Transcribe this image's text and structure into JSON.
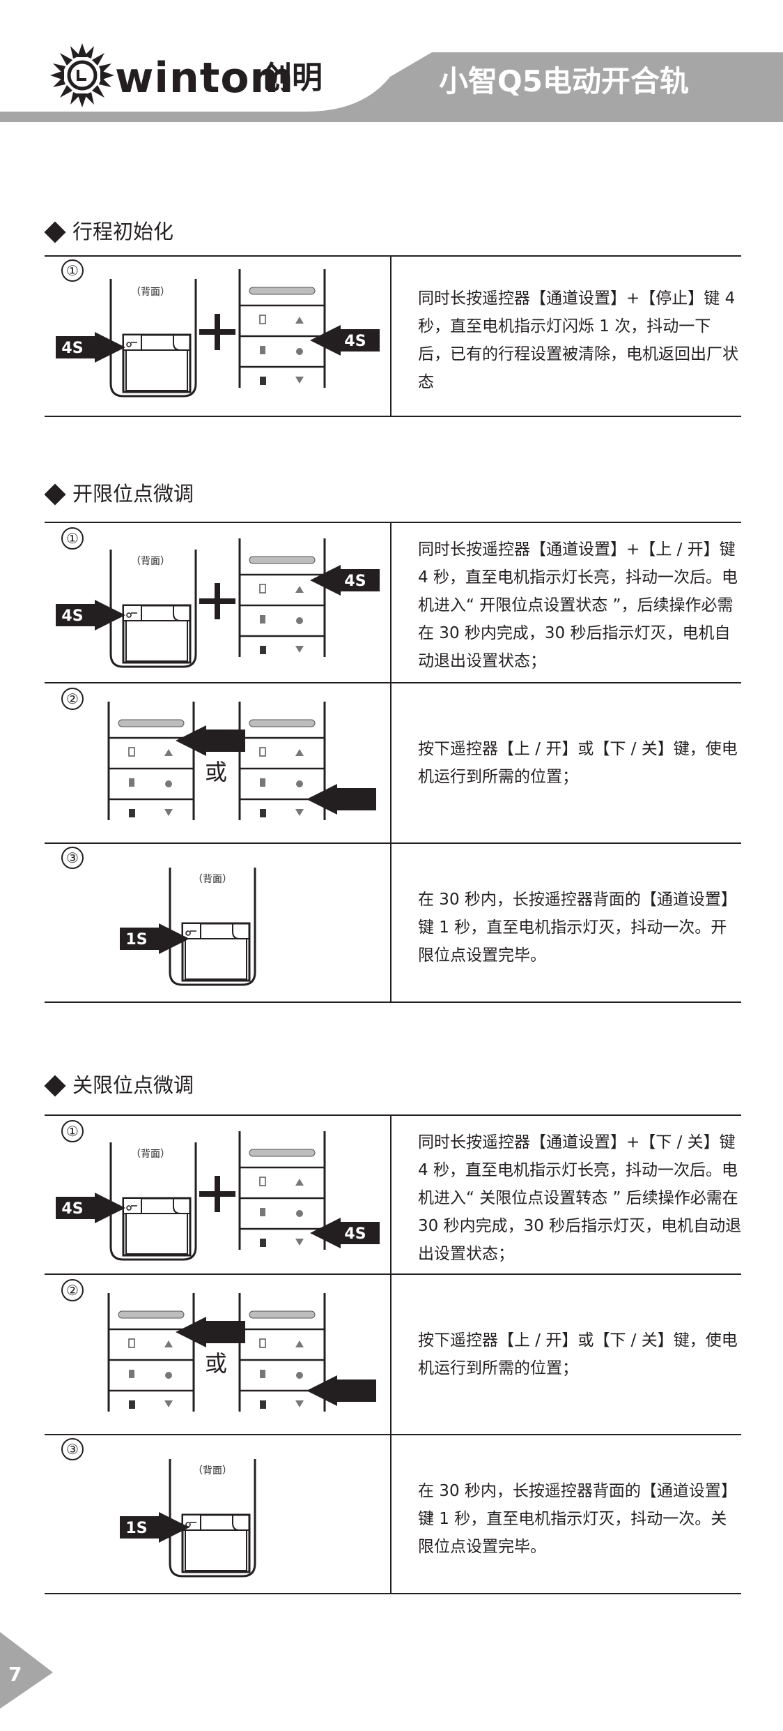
{
  "header": {
    "logo_text": "wintom",
    "logo_cn": "创明",
    "product_title": "小智Q5电动开合轨"
  },
  "labels": {
    "back": "（背面）",
    "or": "或",
    "hold_4s": "4S",
    "hold_1s": "1S"
  },
  "sections": [
    {
      "title": "行程初始化",
      "steps": [
        {
          "num": "①",
          "text": "同时长按遥控器【通道设置】+【停止】键 4 秒，直至电机指示灯闪烁 1 次，抖动一下后，已有的行程设置被清除，电机返回出厂状态"
        }
      ]
    },
    {
      "title": "开限位点微调",
      "steps": [
        {
          "num": "①",
          "text": "同时长按遥控器【通道设置】+【上 / 开】键 4 秒，直至电机指示灯长亮，抖动一次后。电机进入“ 开限位点设置状态 ”，后续操作必需在 30 秒内完成，30 秒后指示灯灭，电机自动退出设置状态；"
        },
        {
          "num": "②",
          "text": "按下遥控器【上 / 开】或【下 / 关】键，使电机运行到所需的位置；"
        },
        {
          "num": "③",
          "text": "在 30 秒内，长按遥控器背面的【通道设置】键 1 秒，直至电机指示灯灭，抖动一次。开限位点设置完毕。"
        }
      ]
    },
    {
      "title": "关限位点微调",
      "steps": [
        {
          "num": "①",
          "text": "同时长按遥控器【通道设置】+【下 / 关】键 4 秒，直至电机指示灯长亮，抖动一次后。电机进入“ 关限位点设置转态 ” 后续操作必需在 30 秒内完成，30 秒后指示灯灭，电机自动退出设置状态；"
        },
        {
          "num": "②",
          "text": "按下遥控器【上 / 开】或【下 / 关】键，使电机运行到所需的位置；"
        },
        {
          "num": "③",
          "text": "在 30 秒内，长按遥控器背面的【通道设置】键 1 秒，直至电机指示灯灭，抖动一次。关限位点设置完毕。"
        }
      ]
    }
  ],
  "footer": {
    "page_number": "7"
  },
  "colors": {
    "header_gray": "#a6a6a6",
    "ink": "#231f20"
  }
}
